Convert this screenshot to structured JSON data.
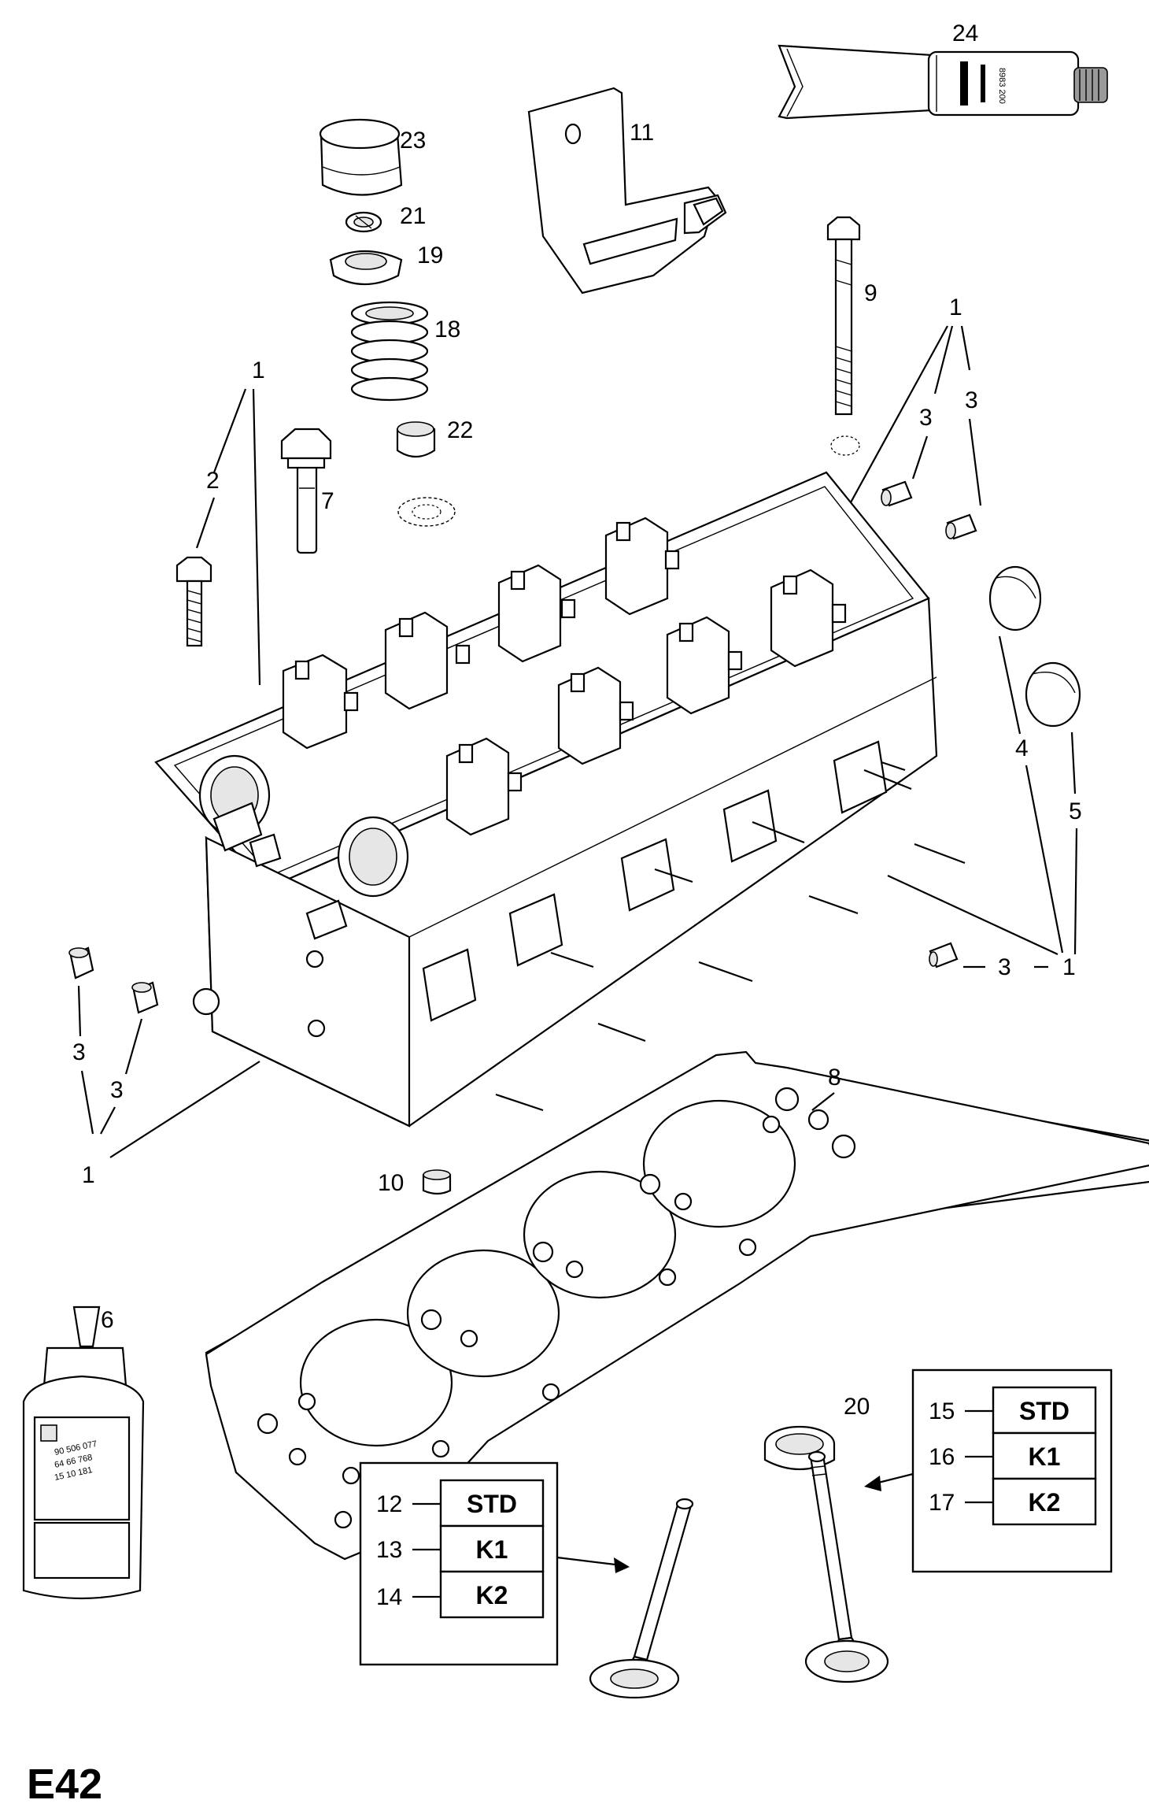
{
  "page_code": "E42",
  "callouts": {
    "c1a": "1",
    "c1b": "1",
    "c1c": "1",
    "c1d": "1",
    "c2": "2",
    "c3a": "3",
    "c3b": "3",
    "c3c": "3",
    "c3d": "3",
    "c3e": "3",
    "c4": "4",
    "c5": "5",
    "c6": "6",
    "c7": "7",
    "c8": "8",
    "c9": "9",
    "c10": "10",
    "c11": "11",
    "c18": "18",
    "c19": "19",
    "c20": "20",
    "c21": "21",
    "c22": "22",
    "c23": "23",
    "c24": "24"
  },
  "sealant_bottle": {
    "line1": "90 506 077",
    "line2": "64 66 768",
    "line3": "15 10 181"
  },
  "intake_valve_table": {
    "rows": [
      {
        "ref": "12",
        "label": "STD"
      },
      {
        "ref": "13",
        "label": "K1"
      },
      {
        "ref": "14",
        "label": "K2"
      }
    ]
  },
  "exhaust_valve_table": {
    "rows": [
      {
        "ref": "15",
        "label": "STD"
      },
      {
        "ref": "16",
        "label": "K1"
      },
      {
        "ref": "17",
        "label": "K2"
      }
    ]
  }
}
